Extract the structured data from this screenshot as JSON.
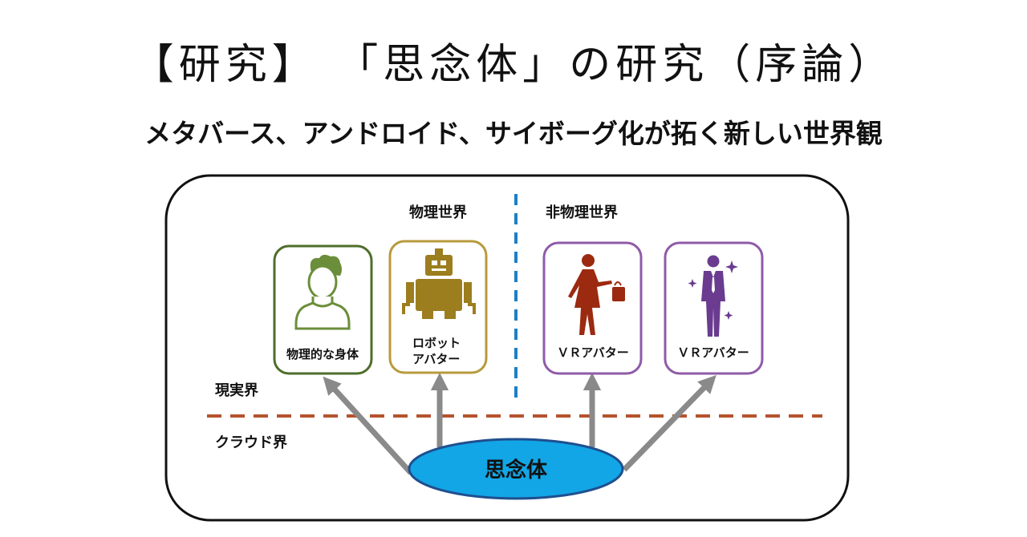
{
  "title": "【研究】 「思念体」の研究（序論）",
  "subtitle": "メタバース、アンドロイド、サイボーグ化が拓く新しい世界観",
  "diagram": {
    "physical_world_label": "物理世界",
    "nonphysical_world_label": "非物理世界",
    "real_world_label": "現実界",
    "cloud_world_label": "クラウド界",
    "center_label": "思念体",
    "boxes": [
      {
        "lines": [
          "物理的な身体"
        ],
        "color": "#4e6e2a",
        "icon": "person-head-icon"
      },
      {
        "lines": [
          "ロボット",
          "アバター"
        ],
        "color": "#b89a3c",
        "icon": "robot-icon"
      },
      {
        "lines": [
          "ＶＲアバター"
        ],
        "color": "#8f5ba8",
        "icon": "woman-with-bag-icon"
      },
      {
        "lines": [
          "ＶＲアバター"
        ],
        "color": "#8f5ba8",
        "icon": "man-in-suit-icon"
      }
    ],
    "colors": {
      "person": "#6b8e3a",
      "robot": "#9c7e1f",
      "woman": "#9b2a10",
      "suit": "#6a3b8f",
      "ellipse": "#12a6e6",
      "dashed_horizontal": "#b5532e",
      "dashed_vertical": "#1d7fc6",
      "arrow": "#8a8a8a"
    }
  }
}
